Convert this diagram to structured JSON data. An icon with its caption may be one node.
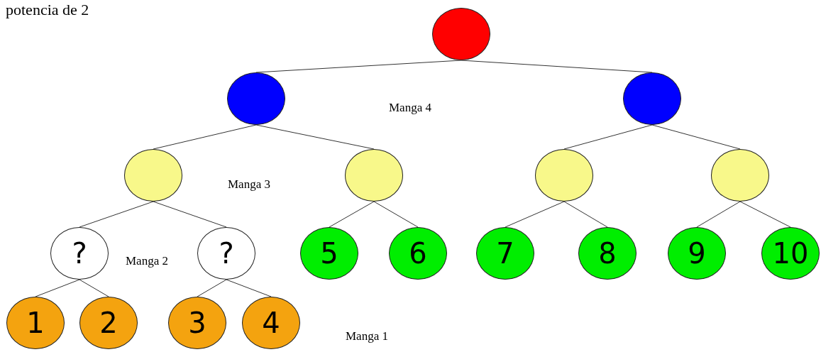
{
  "diagram": {
    "nodes": [
      {
        "text": [],
        "shape": "circle"
      },
      {
        "text": [],
        "shape": "circle"
      },
      {
        "text": [],
        "shape": "circle"
      },
      {
        "text": [],
        "shape": "circle"
      },
      {
        "text": [],
        "shape": "circle"
      },
      {
        "text": [],
        "shape": "circle"
      },
      {
        "text": [],
        "shape": "circle"
      },
      {
        "text": [
          "?"
        ]
      },
      {
        "text": [
          "?"
        ]
      },
      {
        "text": [
          "5"
        ]
      },
      {
        "text": [
          "6"
        ]
      },
      {
        "text": [
          "7"
        ]
      },
      {
        "text": [
          "8"
        ]
      },
      {
        "text": [
          "9"
        ]
      },
      {
        "text": [
          "10"
        ]
      },
      {
        "text": [
          "1"
        ]
      },
      {
        "text": [
          "2"
        ]
      },
      {
        "text": [
          "3"
        ]
      },
      {
        "text": [
          "4"
        ]
      }
    ],
    "edges": [
      {
        "from": 0,
        "to": 1,
        "arrow": "none"
      },
      {
        "from": 0,
        "to": 2,
        "arrow": "none"
      },
      {
        "from": 1,
        "to": 3,
        "arrow": "none"
      },
      {
        "from": 1,
        "to": 4,
        "arrow": "none"
      },
      {
        "from": 2,
        "to": 5,
        "arrow": "none"
      },
      {
        "from": 2,
        "to": 6,
        "arrow": "none"
      },
      {
        "from": 3,
        "to": 7,
        "arrow": "none"
      },
      {
        "from": 3,
        "to": 8,
        "arrow": "none"
      },
      {
        "from": 4,
        "to": 9,
        "arrow": "none"
      },
      {
        "from": 4,
        "to": 10,
        "arrow": "none"
      },
      {
        "from": 5,
        "to": 11,
        "arrow": "none"
      },
      {
        "from": 5,
        "to": 12,
        "arrow": "none"
      },
      {
        "from": 6,
        "to": 13,
        "arrow": "none"
      },
      {
        "from": 6,
        "to": 14,
        "arrow": "none"
      },
      {
        "from": 7,
        "to": 15,
        "arrow": "none"
      },
      {
        "from": 7,
        "to": 16,
        "arrow": "none"
      },
      {
        "from": 8,
        "to": 17,
        "arrow": "none"
      },
      {
        "from": 8,
        "to": 18,
        "arrow": "none"
      }
    ],
    "labels": [
      "potencia de 2",
      "Manga 4",
      "Manga 3",
      "Manga 2",
      "Manga 1"
    ]
  }
}
